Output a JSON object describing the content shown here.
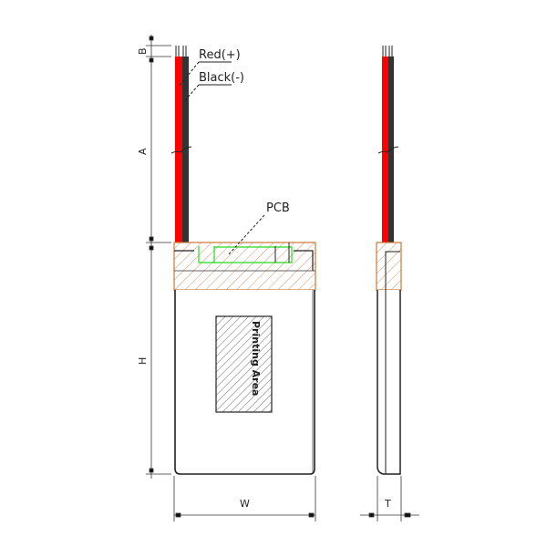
{
  "labels": {
    "red": "Red(+)",
    "black": "Black(-)",
    "pcb": "PCB",
    "printing_area": "Printing Area"
  },
  "dimensions": {
    "b": "B",
    "a": "A",
    "h": "H",
    "w": "W",
    "t": "T"
  },
  "colors": {
    "red_wire": "#ff0000",
    "black_wire": "#333333",
    "hatch": "#c8783a",
    "pcb_outline": "#22dd22"
  }
}
